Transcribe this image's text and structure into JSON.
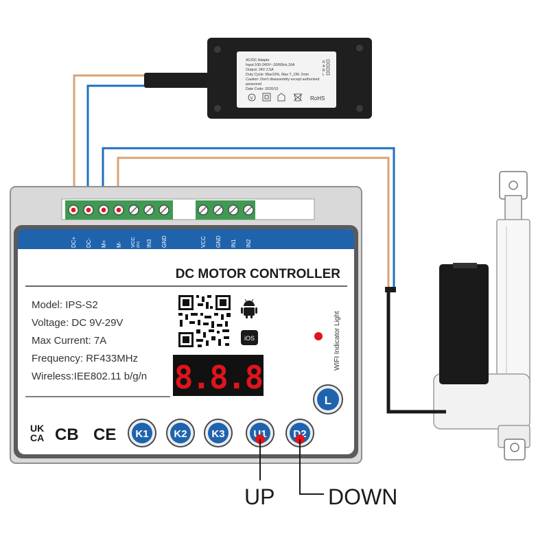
{
  "adapter": {
    "label_lines": [
      "AC/DC Adapte",
      "Input:100-240V~,50/60Hz,16A",
      "Output: 24V    2.5A",
      "Duty Cycle: Max10%, Max T_ON: 2min",
      "Caution: Don't disassembly except authorized",
      "personnel",
      "Date Code: 2020/10"
    ],
    "side_marks": [
      "R",
      "A",
      "B",
      "L"
    ],
    "rohs": "RoHS"
  },
  "terminal_labels": {
    "left": [
      "DC+",
      "DC-",
      "M+",
      "M-",
      "VCC",
      "(5V)",
      "IN3",
      "GND"
    ],
    "right": [
      "VCC",
      "GND",
      "IN1",
      "IN2"
    ]
  },
  "controller": {
    "title": "DC MOTOR CONTROLLER",
    "specs": [
      "Model: IPS-S2",
      "Voltage: DC 9V-29V",
      "Max Current: 7A",
      "Frequency: RF433MHz",
      "Wireless:IEE802.11 b/g/n"
    ],
    "display": "8.8.8",
    "ios_badge": "iOS",
    "wifi_label": "WIFI Indicator Light",
    "certs": {
      "ukca_top": "UK",
      "ukca_bottom": "CA",
      "cb": "CB",
      "ce": "CE"
    },
    "buttons": [
      "K1",
      "K2",
      "K3",
      "U1",
      "D2"
    ],
    "l_button": "L"
  },
  "callouts": {
    "up": "UP",
    "down": "DOWN"
  },
  "colors": {
    "blue_wire": "#1f6fbf",
    "tan_wire": "#d9a373",
    "panel_blue": "#1f63ad",
    "terminal_green": "#3f9a52",
    "led_red": "#e0141b"
  }
}
